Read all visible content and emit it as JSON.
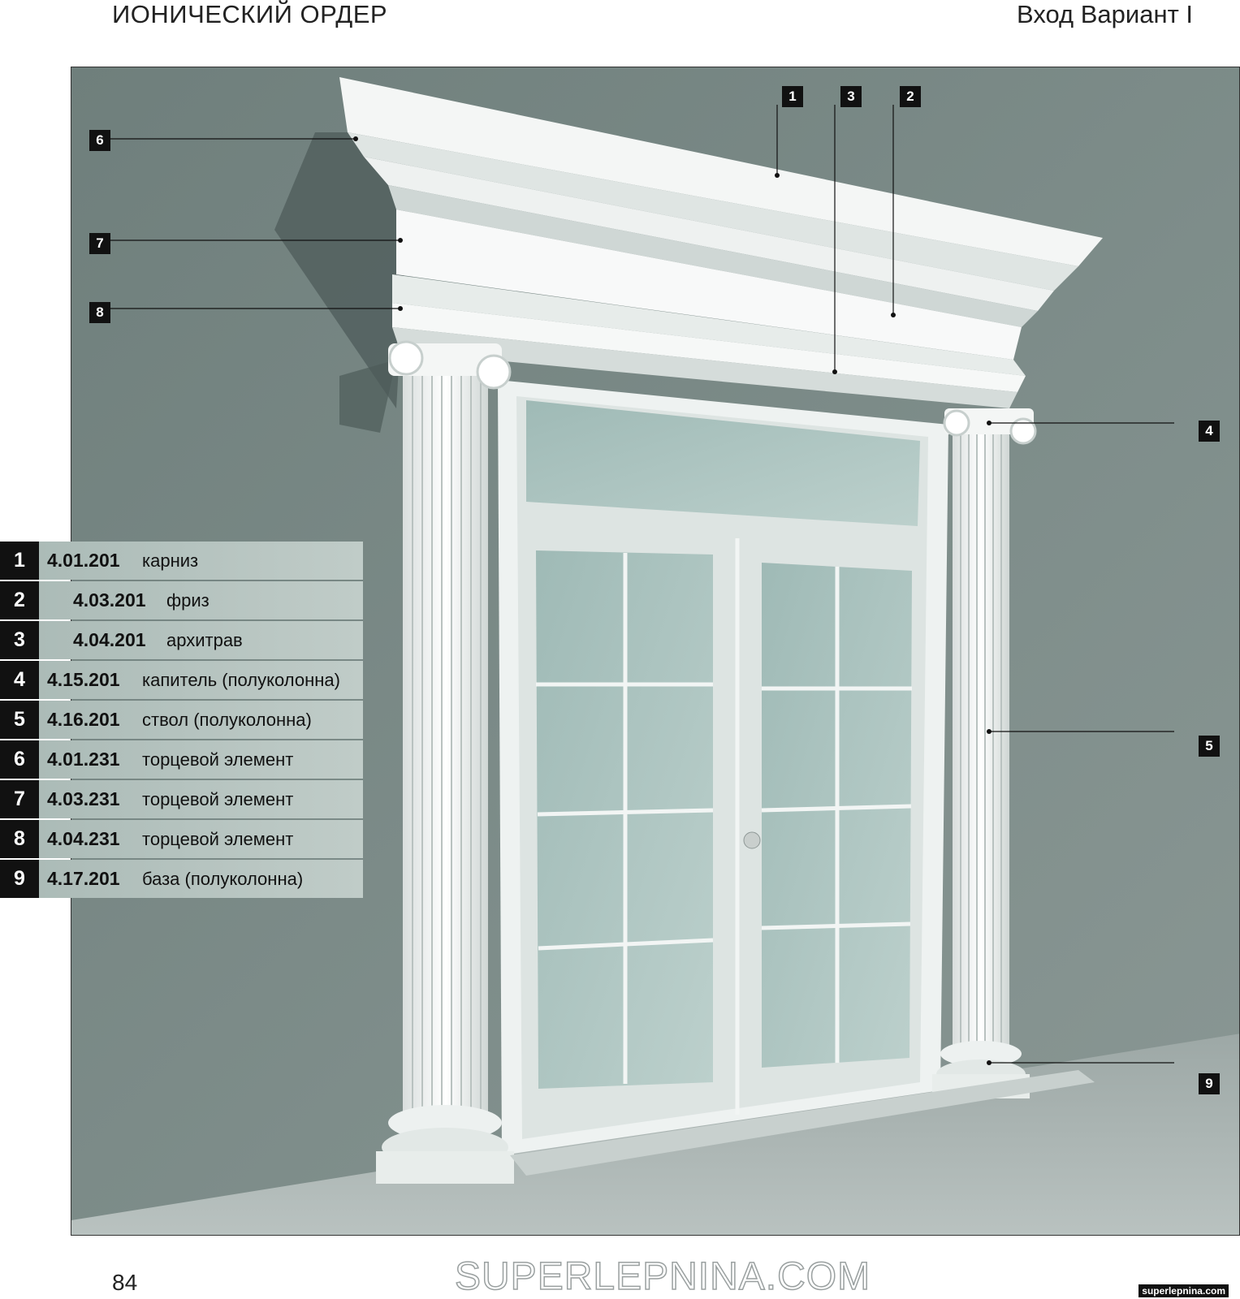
{
  "header": {
    "title": "ИОНИЧЕСКИЙ ОРДЕР",
    "variant": "Вход Вариант I"
  },
  "callouts": [
    "1",
    "3",
    "2",
    "6",
    "7",
    "8",
    "4",
    "5",
    "9"
  ],
  "legend": [
    {
      "num": "1",
      "code": "4.01.201",
      "name": "карниз"
    },
    {
      "num": "2",
      "code": "4.03.201",
      "name": "фриз"
    },
    {
      "num": "3",
      "code": "4.04.201",
      "name": "архитрав"
    },
    {
      "num": "4",
      "code": "4.15.201",
      "name": "капитель (полуколонна)"
    },
    {
      "num": "5",
      "code": "4.16.201",
      "name": "ствол (полуколонна)"
    },
    {
      "num": "6",
      "code": "4.01.231",
      "name": "торцевой элемент"
    },
    {
      "num": "7",
      "code": "4.03.231",
      "name": "торцевой элемент"
    },
    {
      "num": "8",
      "code": "4.04.231",
      "name": "торцевой элемент"
    },
    {
      "num": "9",
      "code": "4.17.201",
      "name": "база (полуколонна)"
    }
  ],
  "footer": {
    "page_number": "84",
    "watermark": "SUPERLEPNINA.COM",
    "site_small": "superlepnina.com"
  },
  "colors": {
    "wall": "#7d8c89",
    "molding": "#f2f4f3",
    "glass": "#a9c2be",
    "label_bg": "#111111"
  }
}
